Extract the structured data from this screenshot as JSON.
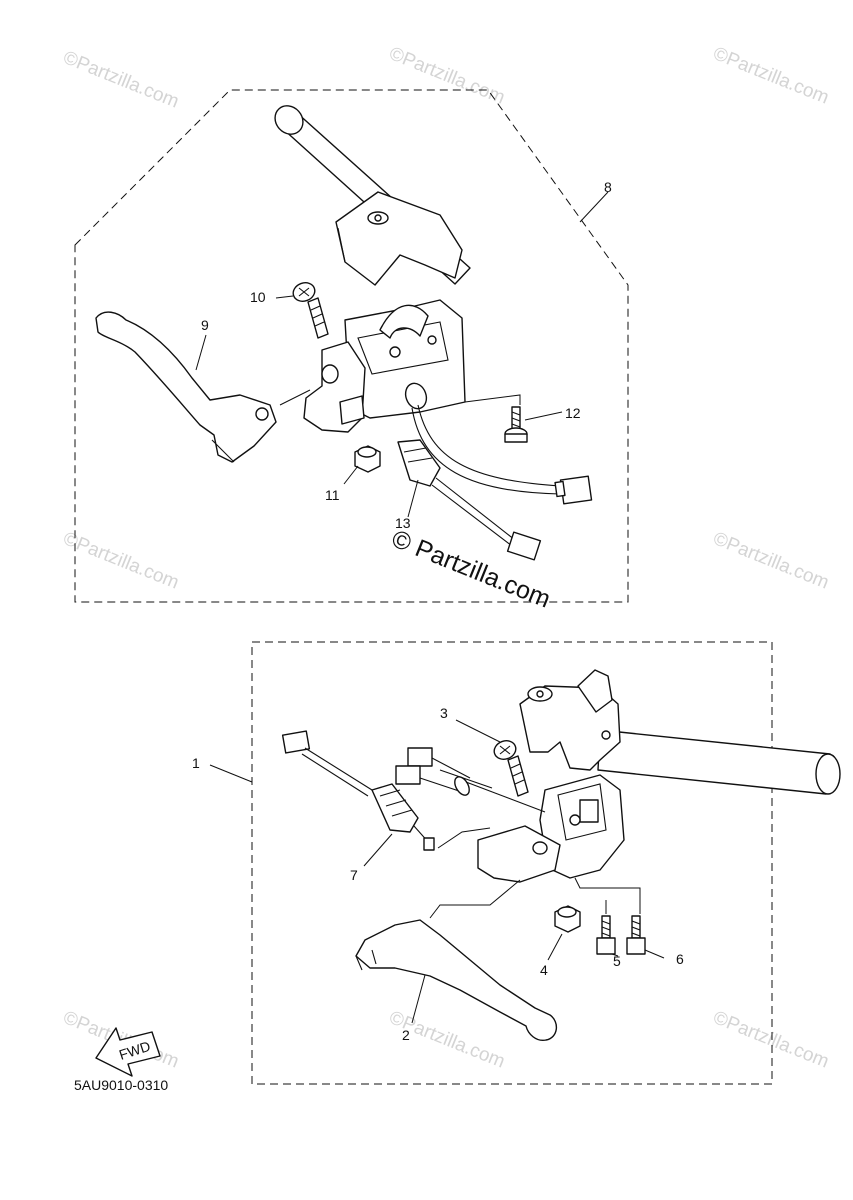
{
  "watermarks": {
    "small": "©Partzilla.com",
    "center": "© Partzilla.com"
  },
  "callouts": {
    "c1": "1",
    "c2": "2",
    "c3": "3",
    "c4": "4",
    "c5": "5",
    "c6": "6",
    "c7": "7",
    "c8": "8",
    "c9": "9",
    "c10": "10",
    "c11": "11",
    "c12": "12",
    "c13": "13"
  },
  "fwd_label": "FWD",
  "diagram_code": "5AU9010-0310"
}
